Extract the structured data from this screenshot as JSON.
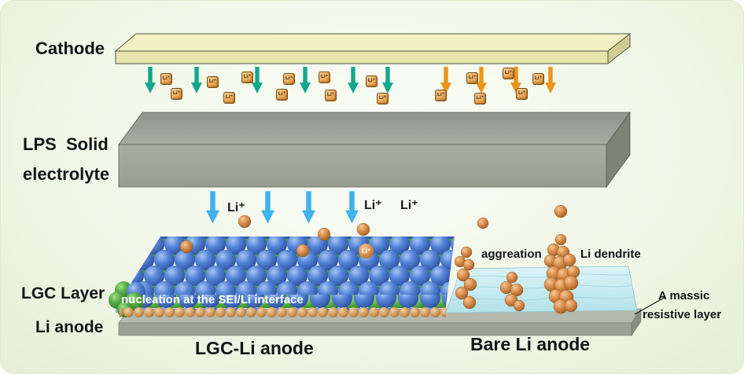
{
  "labels": {
    "cathode": "Cathode",
    "lps_line1": "LPS  Solid",
    "lps_line2": "electrolyte",
    "lgc_layer": "LGC Layer",
    "li_anode": "Li anode",
    "nucleation": "nucleation at the SEI/Li interface",
    "aggregation": "aggreation",
    "li_dendrite": "Li dendrite",
    "massic_line1": "A massic",
    "massic_line2": "resistive layer",
    "anode_left": "LGC-Li anode",
    "anode_right": "Bare Li anode",
    "ion": "Li⁺",
    "li_plus": "Li⁺"
  },
  "colors": {
    "arrow_teal": "#12a78c",
    "arrow_orange": "#ea9518",
    "arrow_blue": "#3fb3ea",
    "sphere_blue": "#4472c8",
    "sphere_green": "#45a33e",
    "sphere_orange": "#d98e4e",
    "layer_cyan": "#c9ecf1",
    "slab_cathode": "#f2f0c4",
    "slab_electrolyte": "#9aa091",
    "base_gray": "#b5b9ae",
    "background_green": "#eef5e3"
  }
}
